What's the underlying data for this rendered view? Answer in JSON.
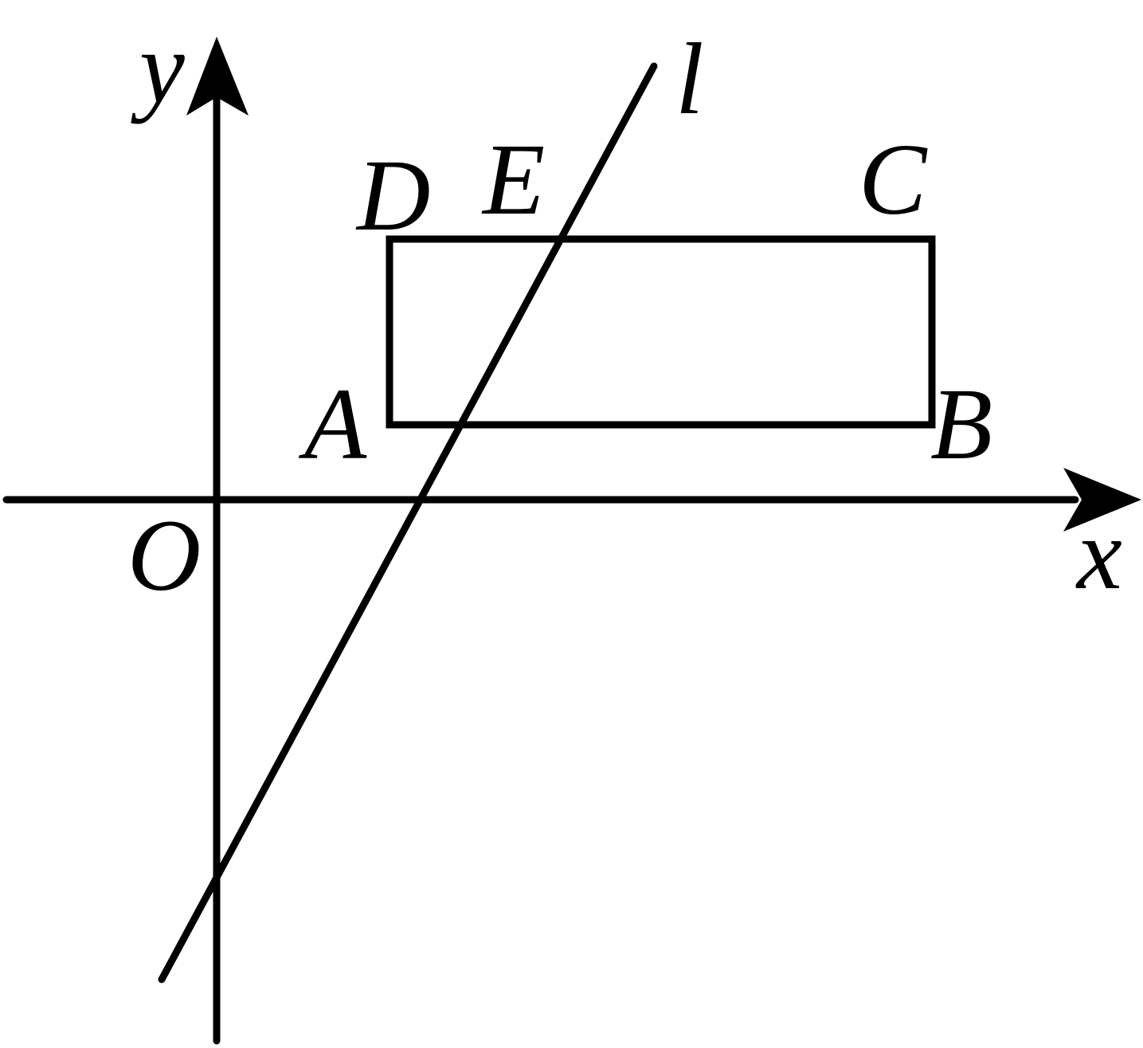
{
  "diagram": {
    "labels": {
      "x_axis": "x",
      "y_axis": "y",
      "origin": "O",
      "line": "l",
      "A": "A",
      "B": "B",
      "C": "C",
      "D": "D",
      "E": "E"
    },
    "colors": {
      "stroke": "#000000",
      "background": "#ffffff"
    }
  }
}
